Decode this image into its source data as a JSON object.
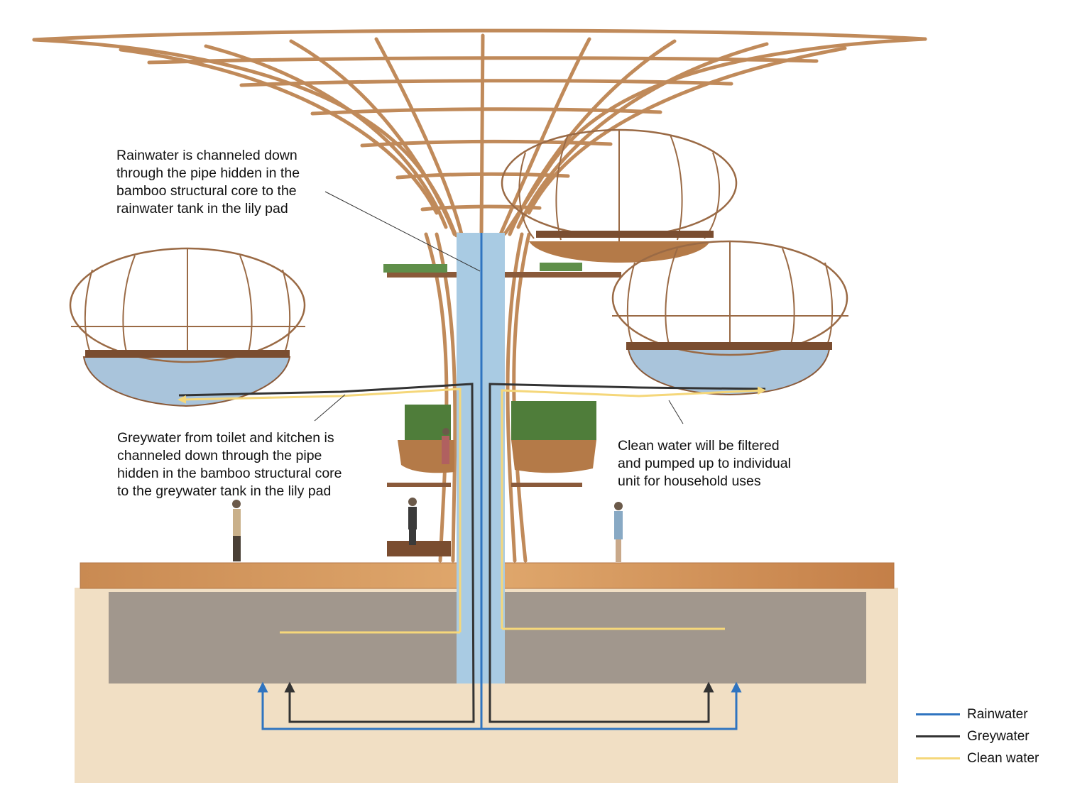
{
  "callouts": {
    "rainwater": "Rainwater is channeled down\nthrough the pipe hidden in the\nbamboo structural core to the\nrainwater tank in the lily pad",
    "greywater": "Greywater from toilet and kitchen is\nchanneled down through the pipe\nhidden in the bamboo structural core\nto the greywater tank in the lily pad",
    "clean": "Clean water will be filtered\nand pumped up to individual\nunit for household uses"
  },
  "legend": [
    {
      "label": "Rainwater",
      "color": "#2f74c0"
    },
    {
      "label": "Greywater",
      "color": "#333333"
    },
    {
      "label": "Clean water",
      "color": "#f5d77a"
    }
  ],
  "colors": {
    "bamboo": "#c08a5a",
    "water_tank": "#a9c4db",
    "core_pipe": "#a9cbe3",
    "ground_top": "#c98f5a",
    "ground_soil": "#f1dfc4",
    "basement": "#a1978d"
  }
}
